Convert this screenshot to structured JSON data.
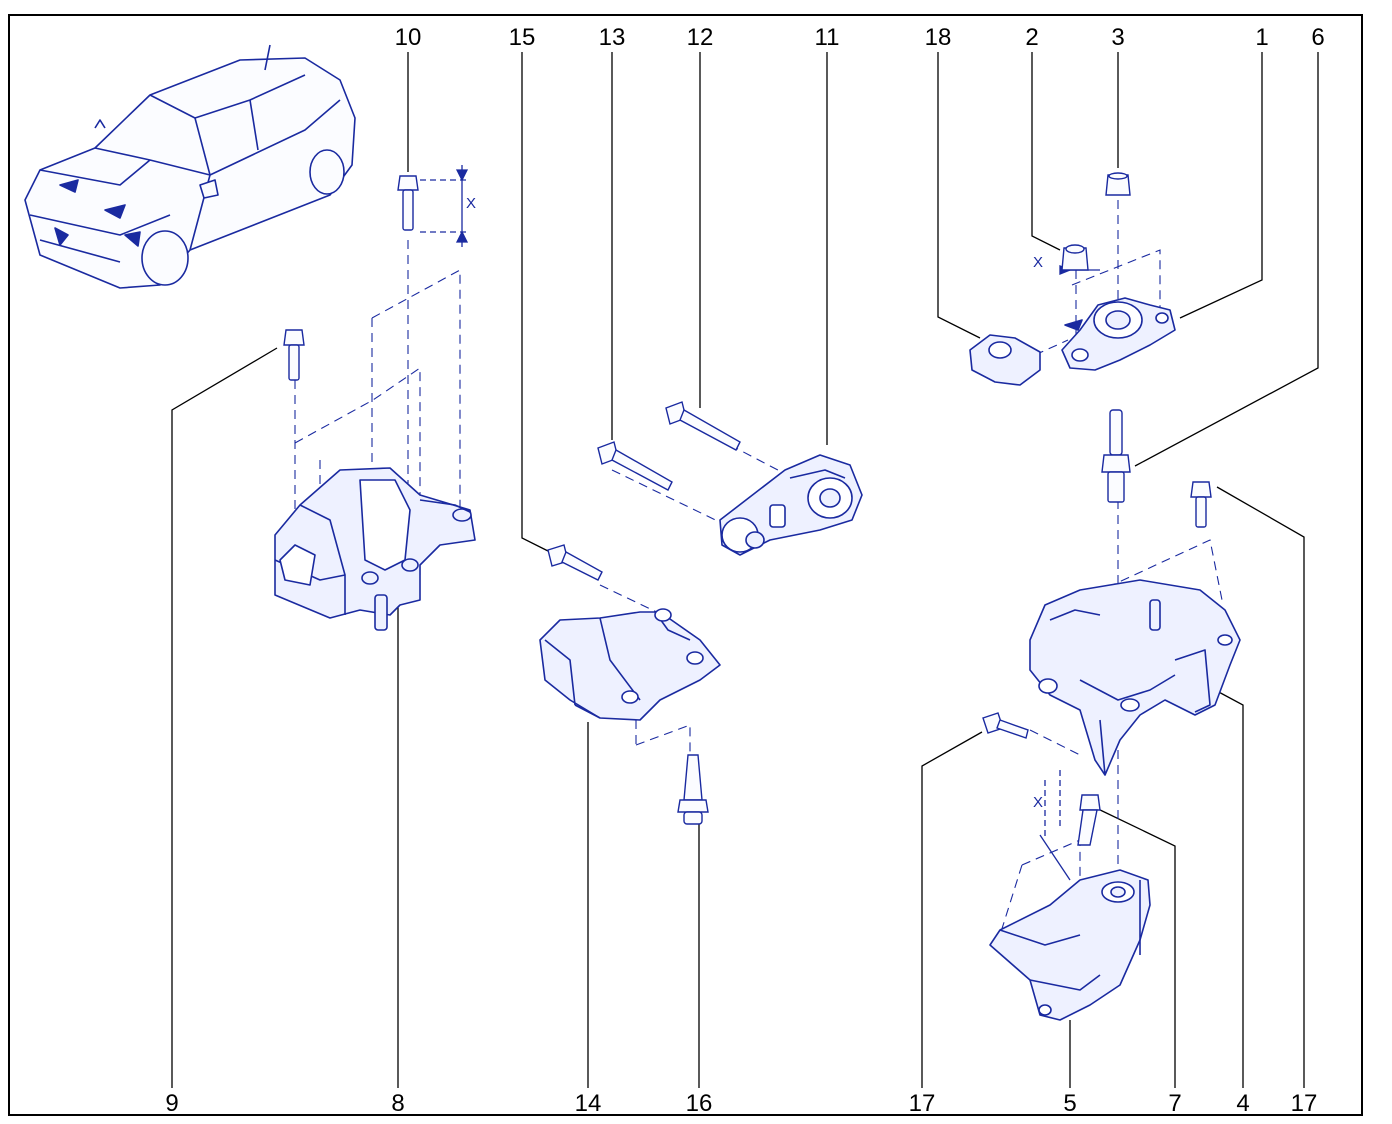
{
  "figure": {
    "line_color": "#1a2aa0",
    "fill_color": "#eef1ff",
    "leader_color": "#000000",
    "callouts_top": [
      "10",
      "15",
      "13",
      "12",
      "11",
      "18",
      "2",
      "3",
      "1",
      "6"
    ],
    "callouts_bottom": [
      "9",
      "8",
      "14",
      "16",
      "17",
      "5",
      "7",
      "4",
      "17"
    ],
    "dimension_mark": "X"
  }
}
